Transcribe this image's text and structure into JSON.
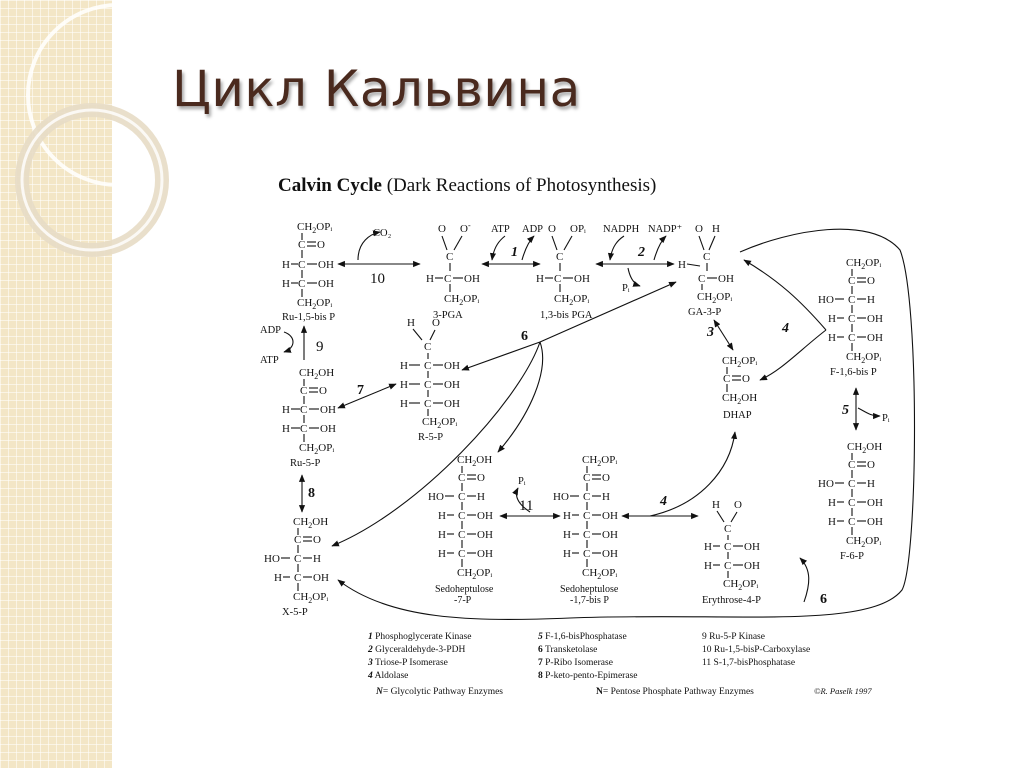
{
  "slide_title": "Цикл Кальвина",
  "diagram": {
    "title_bold": "Calvin Cycle",
    "title_rest": " (Dark Reactions of Photosynthesis)",
    "compounds": {
      "ru15bp": "Ru-1,5-bis P",
      "pga": "3-PGA",
      "bpga": "1,3-bis PGA",
      "ga3p": "GA-3-P",
      "f16bp": "F-1,6-bis P",
      "dhap": "DHAP",
      "r5p": "R-5-P",
      "ru5p": "Ru-5-P",
      "x5p": "X-5-P",
      "shp_a": "Sedoheptulose",
      "shp_b": "-7-P",
      "shbp_a": "Sedoheptulose",
      "shbp_b": "-1,7-bis P",
      "e4p": "Erythrose-4-P",
      "f6p": "F-6-P"
    },
    "cofactors": {
      "co2": "CO₂",
      "atp": "ATP",
      "adp": "ADP",
      "nadph": "NADPH",
      "nadp": "NADP⁺",
      "pi": "Pᵢ"
    },
    "step_labels": [
      "1",
      "2",
      "3",
      "4",
      "5",
      "6",
      "7",
      "8",
      "9",
      "10",
      "11"
    ],
    "legend": [
      [
        "1",
        "Phosphoglycerate Kinase"
      ],
      [
        "2",
        "Glyceraldehyde-3-PDH"
      ],
      [
        "3",
        "Triose-P Isomerase"
      ],
      [
        "4",
        "Aldolase"
      ],
      [
        "5",
        "F-1,6-bisPhosphatase"
      ],
      [
        "6",
        "Transketolase"
      ],
      [
        "7",
        "P-Ribo Isomerase"
      ],
      [
        "8",
        "P-keto-pento-Epimerase"
      ],
      [
        "9",
        "Ru-5-P Kinase"
      ],
      [
        "10",
        "Ru-1,5-bisP-Carboxylase"
      ],
      [
        "11",
        "S-1,7-bisPhosphatase"
      ]
    ],
    "legend_key_glycolytic": "= Glycolytic Pathway Enzymes",
    "legend_key_pentose": "= Pentose Phosphate Pathway Enzymes",
    "legend_key_n": "N",
    "copyright": "©R. Paselk 1997"
  }
}
